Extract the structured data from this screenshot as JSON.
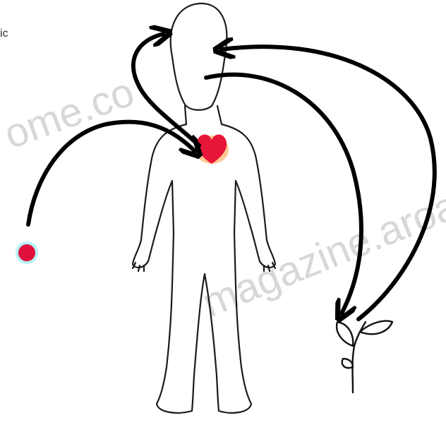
{
  "watermark": {
    "left_text": "ome.co",
    "right_text": "magazine.aroa"
  },
  "edge_text_fragments": [
    "ic"
  ],
  "colors": {
    "outline": "#1a1a1a",
    "arrow": "#000000",
    "heart": "#e8153a",
    "heart_glow": "#ff9a3c",
    "ball": "#e0103c",
    "ball_glow": "#7fe6ee",
    "watermark": "#b8b8b8"
  },
  "icons": {
    "figure": "human-figure-outline",
    "heart": "heart-icon",
    "ball": "red-ball-icon",
    "plant": "sprout-icon"
  }
}
